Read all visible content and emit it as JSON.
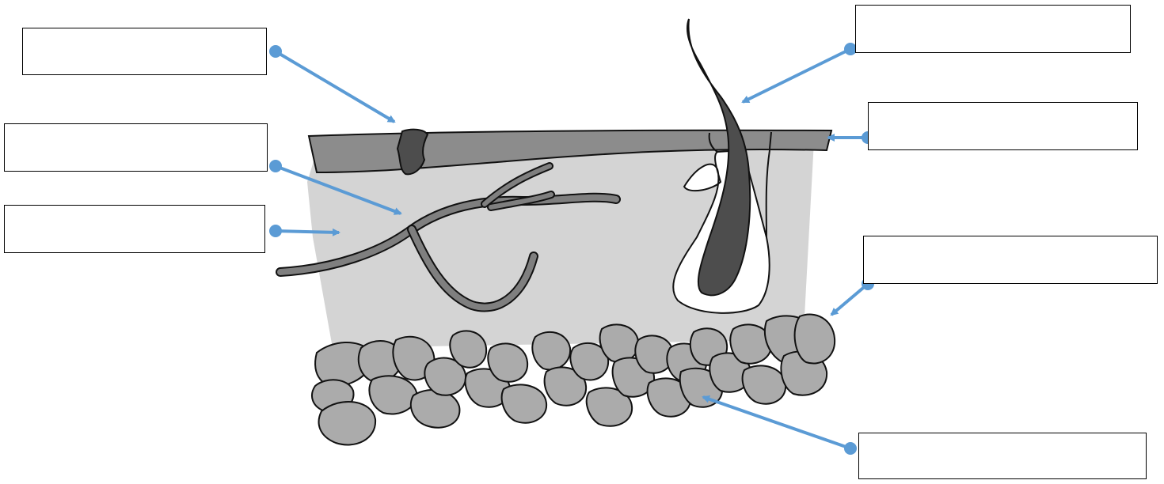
{
  "diagram": {
    "colors": {
      "arrow": "#5B9BD5",
      "epidermis": "#8c8c8c",
      "dermis": "#d4d4d4",
      "hypodermis_cells": "#ababab",
      "hair": "#4d4d4d",
      "outline": "#111111",
      "label_border": "#000000"
    },
    "labels": [
      {
        "id": "pore",
        "text": ""
      },
      {
        "id": "blood-vessel",
        "text": ""
      },
      {
        "id": "dermis",
        "text": ""
      },
      {
        "id": "hair",
        "text": ""
      },
      {
        "id": "epidermis",
        "text": ""
      },
      {
        "id": "fat-cells",
        "text": ""
      },
      {
        "id": "hypodermis",
        "text": ""
      }
    ]
  }
}
